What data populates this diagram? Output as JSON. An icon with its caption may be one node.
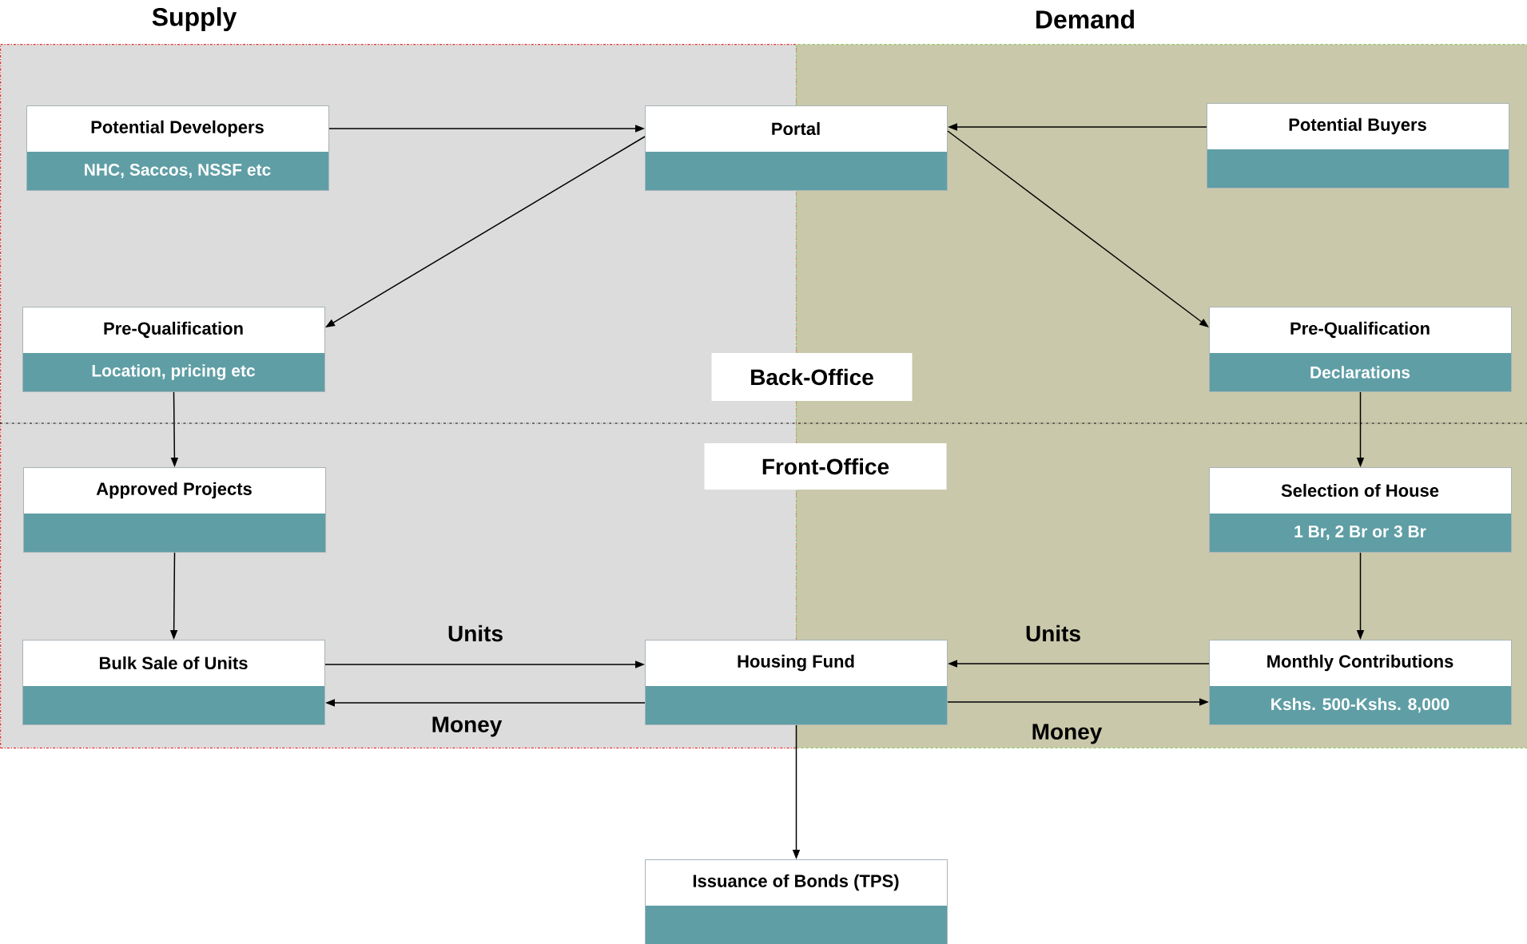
{
  "diagram": {
    "nodes": [
      {
        "text": [
          "Supply"
        ]
      },
      {
        "text": [
          "Demand"
        ]
      },
      {
        "text": [
          "Potential Developers",
          "NHC, Saccos, NSSF etc"
        ],
        "in": 0
      },
      {
        "text": [
          "Portal"
        ]
      },
      {
        "text": [
          "Potential Buyers"
        ],
        "in": 1
      },
      {
        "text": [
          "Pre-Qualification",
          "Location, pricing etc"
        ],
        "in": 0
      },
      {
        "text": [
          "Pre-Qualification",
          "Declarations"
        ],
        "in": 1
      },
      {
        "text": [
          "Approved Projects"
        ],
        "in": 0
      },
      {
        "text": [
          "Selection of House",
          "1 Br, 2 Br or 3 Br"
        ],
        "in": 1
      },
      {
        "text": [
          "Bulk Sale of Units"
        ],
        "in": 0
      },
      {
        "text": [
          "Housing Fund"
        ]
      },
      {
        "text": [
          "Monthly Contributions",
          "Kshs. 500-Kshs. 8,000"
        ],
        "in": 1
      },
      {
        "text": [
          "Issuance of Bonds (TPS)"
        ]
      }
    ],
    "edges": [
      {
        "from": 2,
        "to": 3,
        "arrow": "to"
      },
      {
        "from": 4,
        "to": 3,
        "arrow": "to"
      },
      {
        "from": 3,
        "to": 5,
        "arrow": "to"
      },
      {
        "from": 3,
        "to": 6,
        "arrow": "to"
      },
      {
        "from": 5,
        "to": 7,
        "arrow": "to"
      },
      {
        "from": 6,
        "to": 8,
        "arrow": "to"
      },
      {
        "from": 7,
        "to": 9,
        "arrow": "to"
      },
      {
        "from": 8,
        "to": 11,
        "arrow": "to"
      },
      {
        "from": 9,
        "to": 10,
        "arrow": "to",
        "label": "Units"
      },
      {
        "from": 10,
        "to": 9,
        "arrow": "to",
        "label": "Money"
      },
      {
        "from": 11,
        "to": 10,
        "arrow": "to",
        "label": "Units"
      },
      {
        "from": 10,
        "to": 11,
        "arrow": "to",
        "label": "Money"
      },
      {
        "from": 10,
        "to": 12,
        "arrow": "to"
      }
    ],
    "labels": [
      "Back-Office",
      "Front-Office"
    ]
  }
}
